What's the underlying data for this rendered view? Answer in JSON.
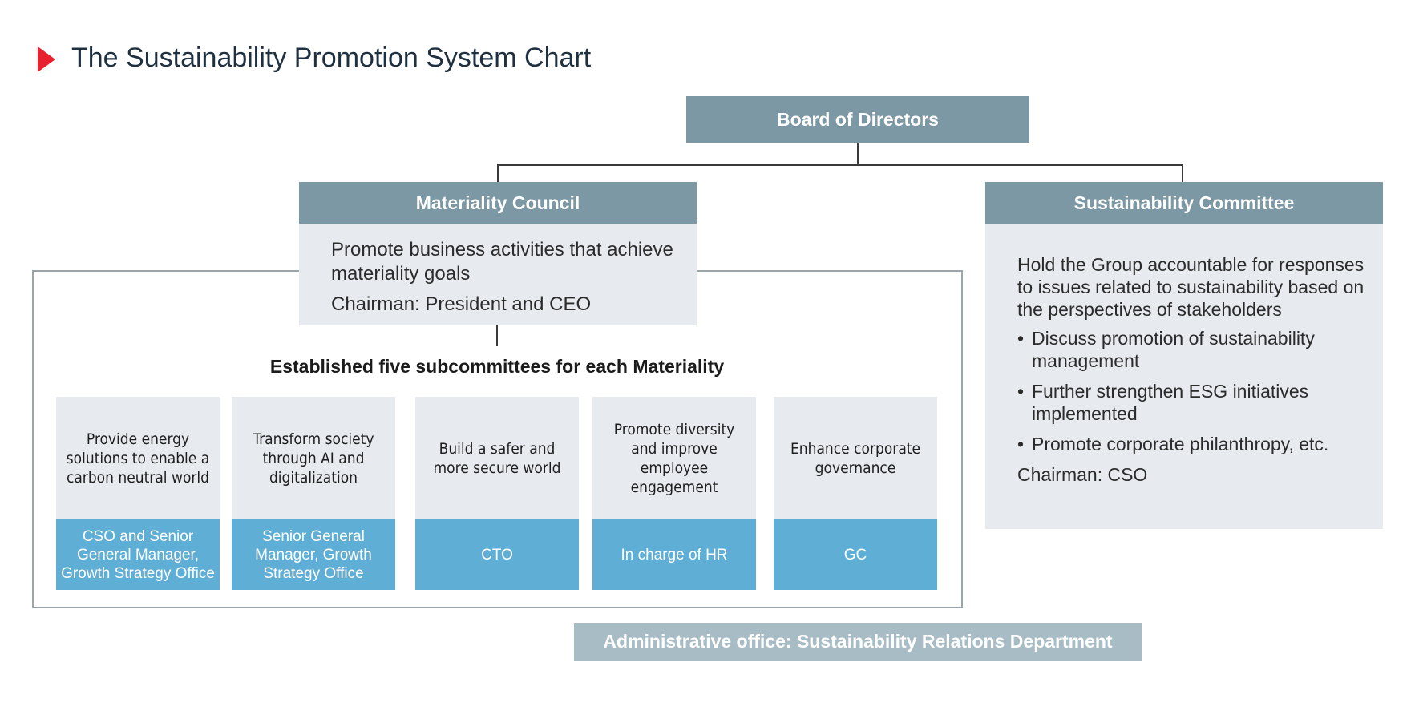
{
  "title": "The Sustainability Promotion System Chart",
  "board": {
    "label": "Board of Directors"
  },
  "materiality_council": {
    "label": "Materiality Council",
    "description": "Promote business activities that achieve materiality goals",
    "chairman": "Chairman: President and CEO"
  },
  "subcommittees": {
    "heading": "Established five subcommittees for each Materiality",
    "items": [
      {
        "topic": "Provide energy solutions to enable a carbon neutral world",
        "lead": "CSO and Senior General Manager, Growth Strategy Office"
      },
      {
        "topic": "Transform society through AI and digitalization",
        "lead": "Senior General Manager, Growth Strategy Office"
      },
      {
        "topic": "Build a safer and more secure world",
        "lead": "CTO"
      },
      {
        "topic": "Promote diversity and improve employee engagement",
        "lead": "In charge of HR"
      },
      {
        "topic": "Enhance corporate governance",
        "lead": "GC"
      }
    ]
  },
  "sustainability_committee": {
    "label": "Sustainability Committee",
    "description": "Hold the Group accountable for responses to issues related to sustainability based on the perspectives of stakeholders",
    "bullets": [
      "Discuss promotion of sustainability management",
      "Further strengthen ESG initiatives implemented",
      "Promote corporate philanthropy, etc."
    ],
    "chairman": "Chairman: CSO"
  },
  "admin_office": "Administrative office: Sustainability Relations Department",
  "colors": {
    "header": "#7b98a4",
    "pale_box": "#e7ebef",
    "lead_box": "#5faed6",
    "admin_box": "#a8bcc5",
    "title_marker": "#e8212e"
  }
}
